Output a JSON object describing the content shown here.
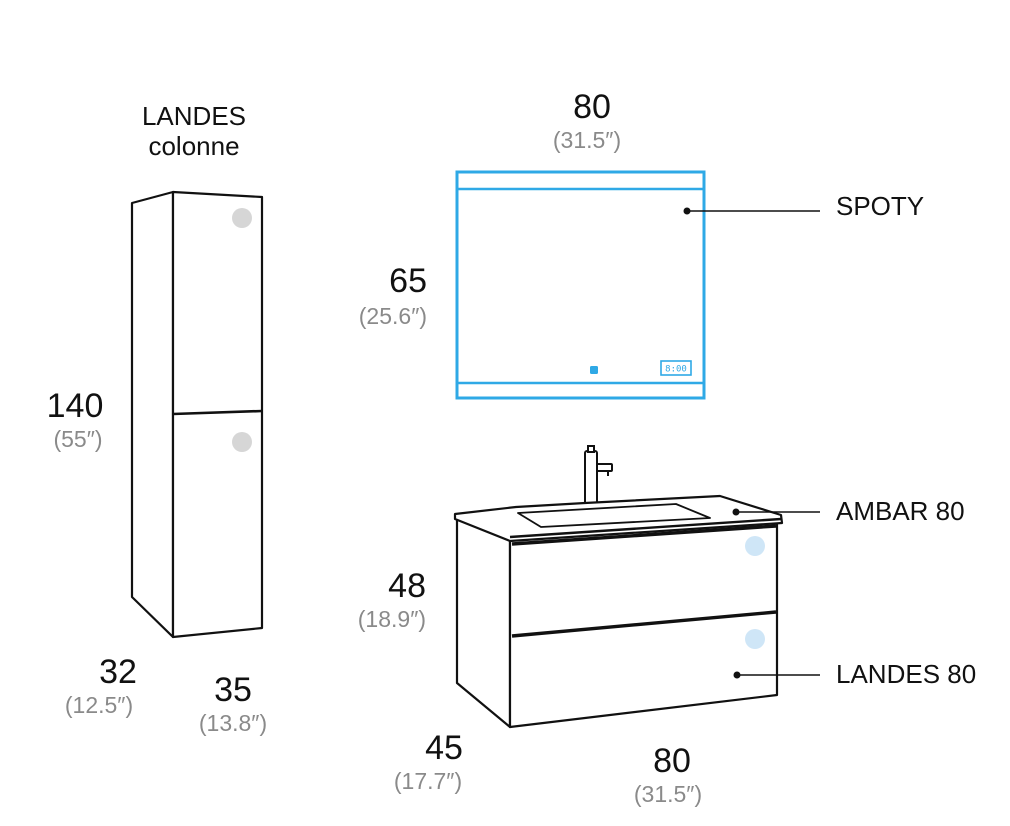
{
  "column": {
    "title_line1": "LANDES",
    "title_line2": "colonne",
    "height": "140",
    "height_in": "(55″)",
    "depth": "32",
    "depth_in": "(12.5″)",
    "width": "35",
    "width_in": "(13.8″)"
  },
  "mirror": {
    "width": "80",
    "width_in": "(31.5″)",
    "height": "65",
    "height_in": "(25.6″)",
    "clock_text": "8:00",
    "name": "SPOTY",
    "led_color": "#2fa9e6"
  },
  "vanity": {
    "top_name": "AMBAR 80",
    "unit_name": "LANDES 80",
    "height": "48",
    "height_in": "(18.9″)",
    "depth": "45",
    "depth_in": "(17.7″)",
    "width": "80",
    "width_in": "(31.5″)",
    "knob_color": "#cfe6f7"
  },
  "colors": {
    "outline": "#111111",
    "column_knob": "#d6d6d6",
    "inch_text": "#8a8a8a"
  }
}
